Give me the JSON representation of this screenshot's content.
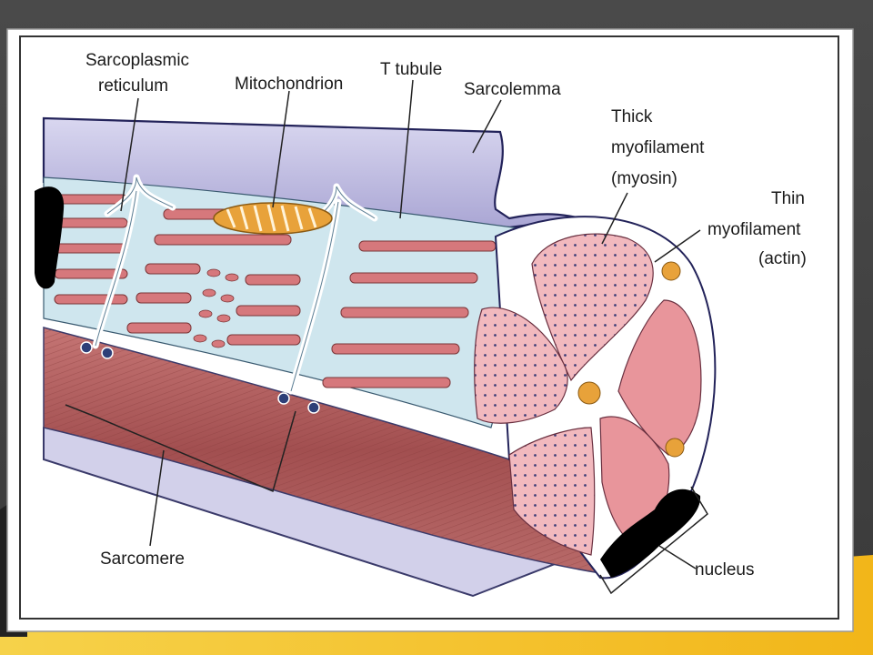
{
  "slide": {
    "background_color": "#404040",
    "accent_color": "#f5c518"
  },
  "diagram": {
    "labels": {
      "sarcoplasmic_1": "Sarcoplasmic",
      "sarcoplasmic_2": "reticulum",
      "mitochondrion": "Mitochondrion",
      "t_tubule": "T tubule",
      "sarcolemma": "Sarcolemma",
      "thick_1": "Thick",
      "thick_2": "myofilament",
      "thick_3": "(myosin)",
      "thin_1": "Thin",
      "thin_2": "myofilament",
      "thin_3": "(actin)",
      "sarcomere": "Sarcomere",
      "nucleus": "nucleus"
    },
    "colors": {
      "membrane": "#c9c6e6",
      "reticulum": "#cfe3ea",
      "myofibril": "#d98e92",
      "fibre_body": "#b35c5c",
      "mitochondrion": "#e8a23a",
      "redaction": "#000000"
    }
  }
}
